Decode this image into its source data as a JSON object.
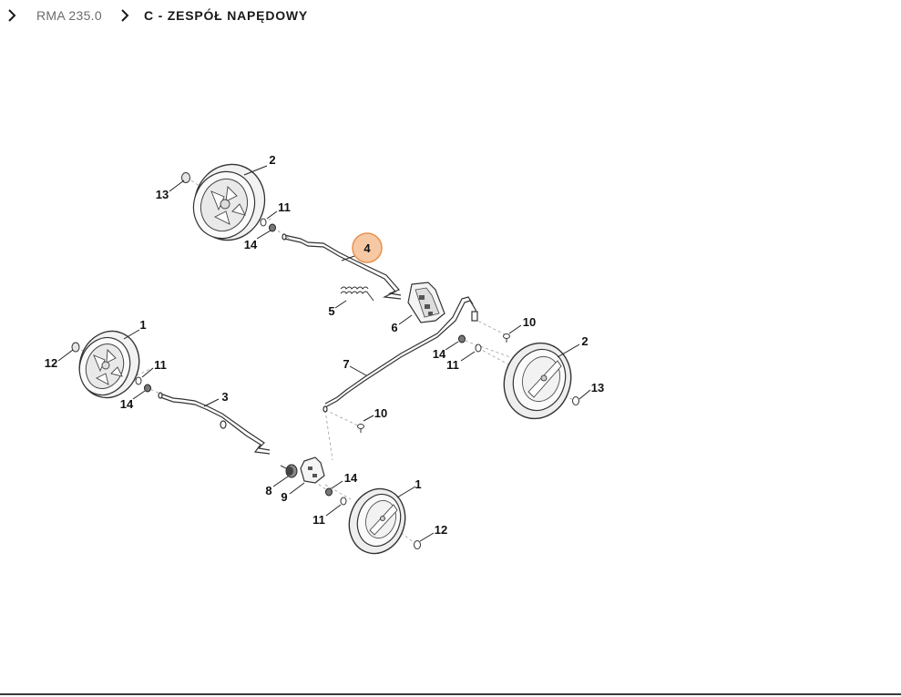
{
  "breadcrumb": {
    "items": [
      {
        "label": "RMA 235.0"
      },
      {
        "label": "C - ZESPÓŁ NAPĘDOWY"
      }
    ]
  },
  "diagram": {
    "highlight_color": "#f6c9a4",
    "highlight_stroke": "#e8914f",
    "callouts": [
      {
        "id": "c13a",
        "label": "13"
      },
      {
        "id": "c2a",
        "label": "2"
      },
      {
        "id": "c11a",
        "label": "11"
      },
      {
        "id": "c14a",
        "label": "14"
      },
      {
        "id": "c4",
        "label": "4"
      },
      {
        "id": "c5",
        "label": "5"
      },
      {
        "id": "c6",
        "label": "6"
      },
      {
        "id": "c10a",
        "label": "10"
      },
      {
        "id": "c2b",
        "label": "2"
      },
      {
        "id": "c14b",
        "label": "14"
      },
      {
        "id": "c11b",
        "label": "11"
      },
      {
        "id": "c13b",
        "label": "13"
      },
      {
        "id": "c7",
        "label": "7"
      },
      {
        "id": "c1a",
        "label": "1"
      },
      {
        "id": "c12a",
        "label": "12"
      },
      {
        "id": "c11c",
        "label": "11"
      },
      {
        "id": "c14c",
        "label": "14"
      },
      {
        "id": "c3",
        "label": "3"
      },
      {
        "id": "c10b",
        "label": "10"
      },
      {
        "id": "c8",
        "label": "8"
      },
      {
        "id": "c9",
        "label": "9"
      },
      {
        "id": "c14d",
        "label": "14"
      },
      {
        "id": "c11d",
        "label": "11"
      },
      {
        "id": "c1b",
        "label": "1"
      },
      {
        "id": "c12b",
        "label": "12"
      }
    ]
  }
}
